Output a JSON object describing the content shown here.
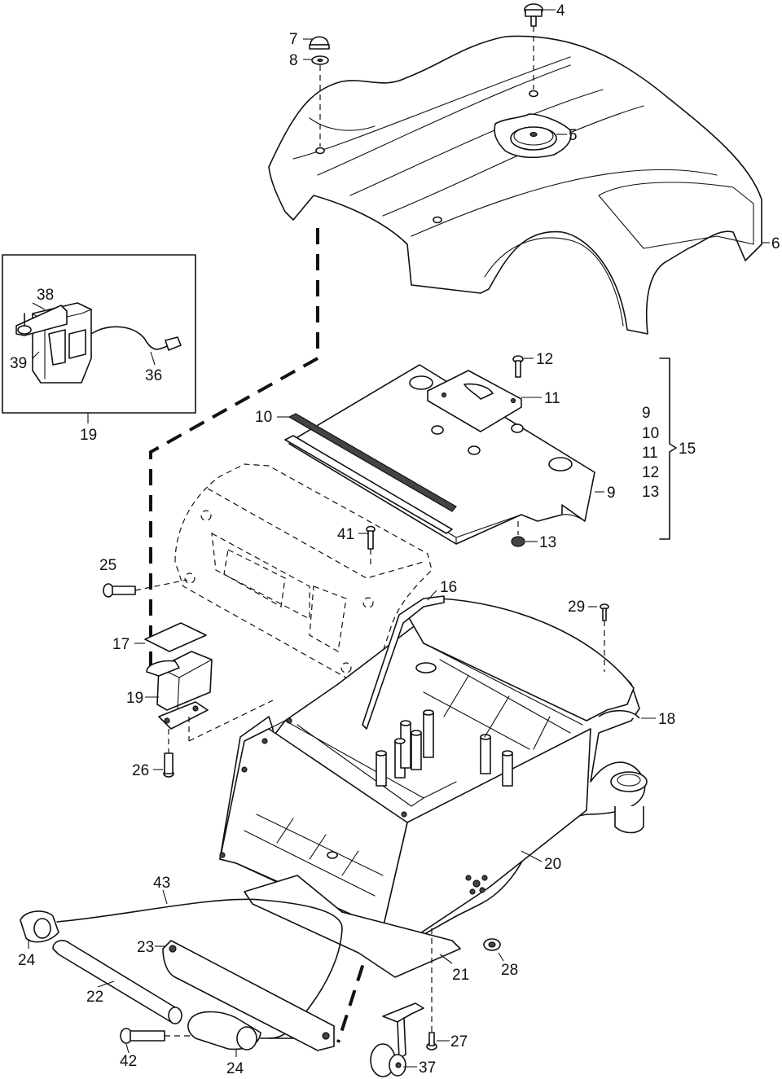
{
  "labels": {
    "l4": "4",
    "l5": "5",
    "l6": "6",
    "l7": "7",
    "l8": "8",
    "l9a": "9",
    "l9b": "9",
    "l10a": "10",
    "l10b": "10",
    "l11a": "11",
    "l11b": "11",
    "l12a": "12",
    "l12b": "12",
    "l13a": "13",
    "l13b": "13",
    "l15": "15",
    "l16": "16",
    "l17": "17",
    "l18": "18",
    "l19a": "19",
    "l19b": "19",
    "l20": "20",
    "l21": "21",
    "l22": "22",
    "l23": "23",
    "l24a": "24",
    "l24b": "24",
    "l25": "25",
    "l26": "26",
    "l27": "27",
    "l28": "28",
    "l29": "29",
    "l36": "36",
    "l37": "37",
    "l38": "38",
    "l39": "39",
    "l41": "41",
    "l42": "42",
    "l43": "43"
  }
}
